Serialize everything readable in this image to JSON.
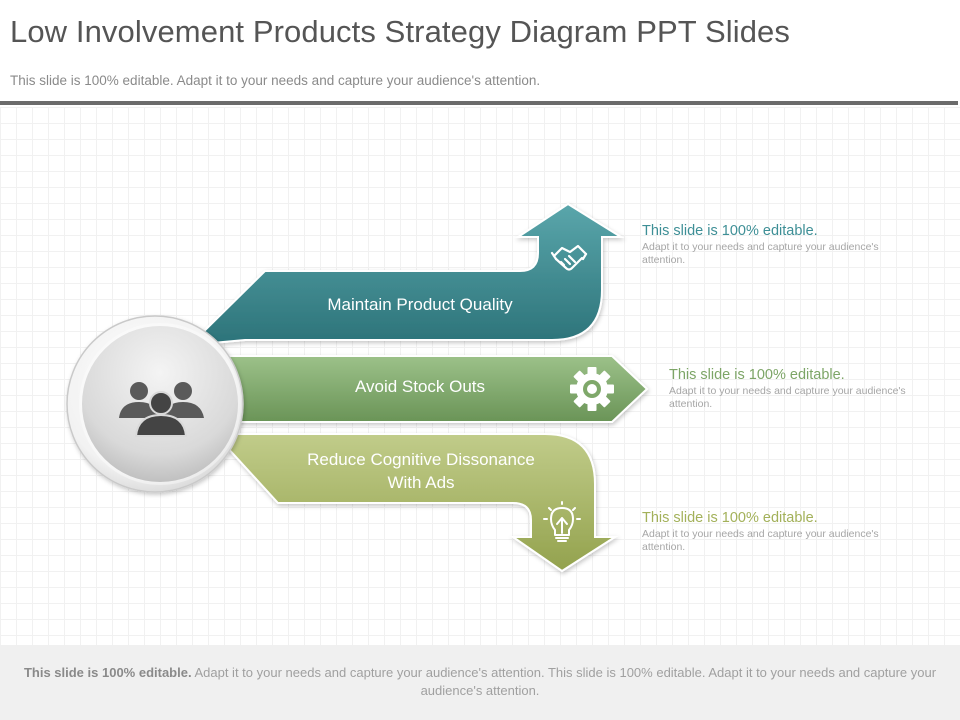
{
  "slide": {
    "title": "Low Involvement Products Strategy Diagram PPT Slides",
    "subtitle": "This slide is 100% editable. Adapt it to your needs and capture your audience's attention."
  },
  "center_icon": "people-group-icon",
  "strategies": [
    {
      "label": "Maintain Product Quality",
      "icon": "handshake-icon",
      "color": "#3e8f96",
      "note_heading": "This slide is 100% editable.",
      "note_body": "Adapt it to your needs and capture your audience's attention."
    },
    {
      "label": "Avoid Stock Outs",
      "icon": "gear-icon",
      "color": "#7da567",
      "note_heading": "This slide is 100% editable.",
      "note_body": "Adapt it to your needs and capture your audience's attention."
    },
    {
      "label_line1": "Reduce Cognitive Dissonance",
      "label_line2": "With Ads",
      "icon": "lightbulb-icon",
      "color": "#a3b15a",
      "note_heading": "This slide is 100% editable.",
      "note_body": "Adapt it to your needs and capture your audience's attention."
    }
  ],
  "footer": {
    "bold": "This slide is 100% editable.",
    "text": " Adapt it to your needs and capture your audience's attention. This slide is 100% editable. Adapt it to your needs and capture your audience's attention."
  }
}
